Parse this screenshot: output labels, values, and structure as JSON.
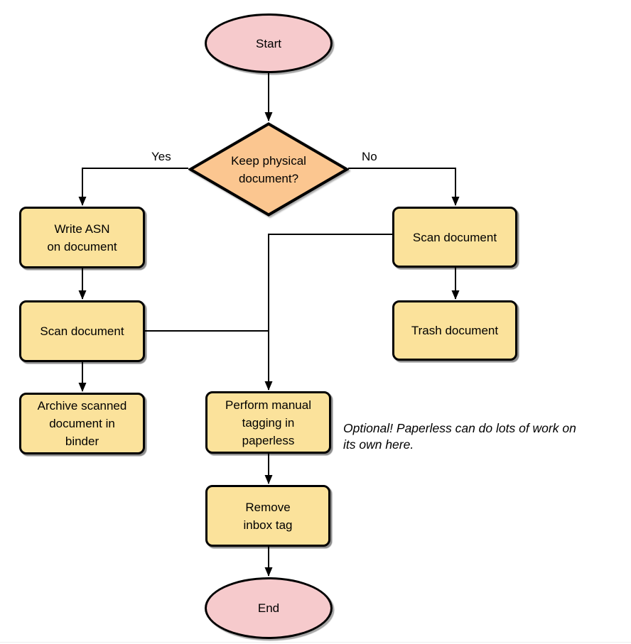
{
  "diagram": {
    "nodes": {
      "start": {
        "label": "Start",
        "type": "terminator"
      },
      "decision": {
        "label": "Keep physical\ndocument?",
        "type": "decision"
      },
      "write_asn": {
        "label": "Write ASN\non document",
        "type": "process"
      },
      "scan_left": {
        "label": "Scan document",
        "type": "process"
      },
      "archive": {
        "label": "Archive scanned\ndocument in\nbinder",
        "type": "process"
      },
      "scan_right": {
        "label": "Scan document",
        "type": "process"
      },
      "trash": {
        "label": "Trash document",
        "type": "process"
      },
      "tagging": {
        "label": "Perform manual\ntagging in\npaperless",
        "type": "process"
      },
      "remove_tag": {
        "label": "Remove\ninbox tag",
        "type": "process"
      },
      "end": {
        "label": "End",
        "type": "terminator"
      }
    },
    "edge_labels": {
      "yes": "Yes",
      "no": "No"
    },
    "annotation": "Optional! Paperless can do lots of work on\nits own here.",
    "colors": {
      "terminator_fill": "#f6cacc",
      "decision_fill": "#fbc690",
      "process_fill": "#fbe29b",
      "stroke": "#000000"
    }
  }
}
